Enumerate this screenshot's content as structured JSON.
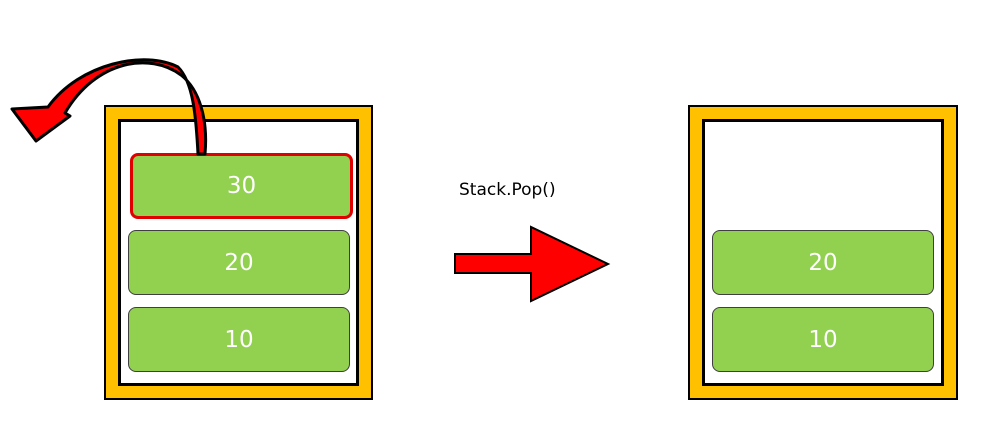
{
  "colors": {
    "frame": "#FFC000",
    "item_fill": "#92D050",
    "arrow": "#FF0000",
    "highlight_border": "#E00000"
  },
  "operation": {
    "label": "Stack.Pop()"
  },
  "before_stack": {
    "items": [
      {
        "value": "30",
        "highlighted": true
      },
      {
        "value": "20",
        "highlighted": false
      },
      {
        "value": "10",
        "highlighted": false
      }
    ]
  },
  "after_stack": {
    "items": [
      {
        "value": "20"
      },
      {
        "value": "10"
      }
    ]
  },
  "icons": {
    "pop_arrow": "curved-arrow-icon",
    "transition_arrow": "right-arrow-icon"
  }
}
